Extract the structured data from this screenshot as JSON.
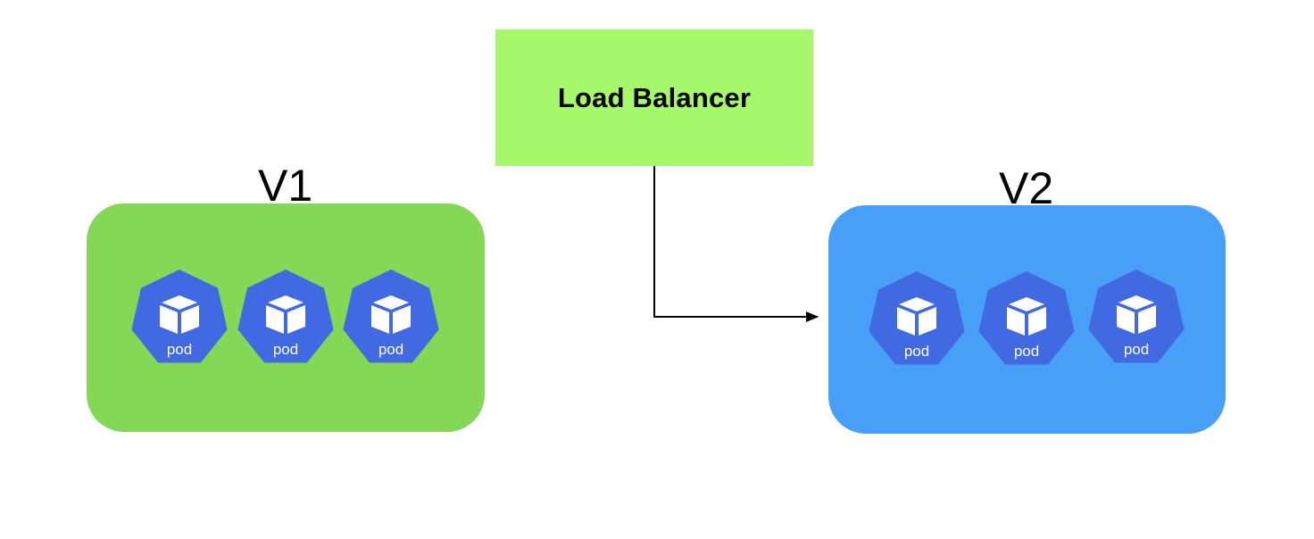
{
  "load_balancer": {
    "label": "Load Balancer",
    "color": "#a5f86a"
  },
  "environments": [
    {
      "label": "V1",
      "color": "#85d756",
      "pods": [
        "pod",
        "pod",
        "pod"
      ]
    },
    {
      "label": "V2",
      "color": "#479ff7",
      "pods": [
        "pod",
        "pod",
        "pod"
      ]
    }
  ],
  "routing": {
    "from": "Load Balancer",
    "to": "V2"
  },
  "pod_color": "#4169e1",
  "pod_icon": "kubernetes-pod-icon"
}
